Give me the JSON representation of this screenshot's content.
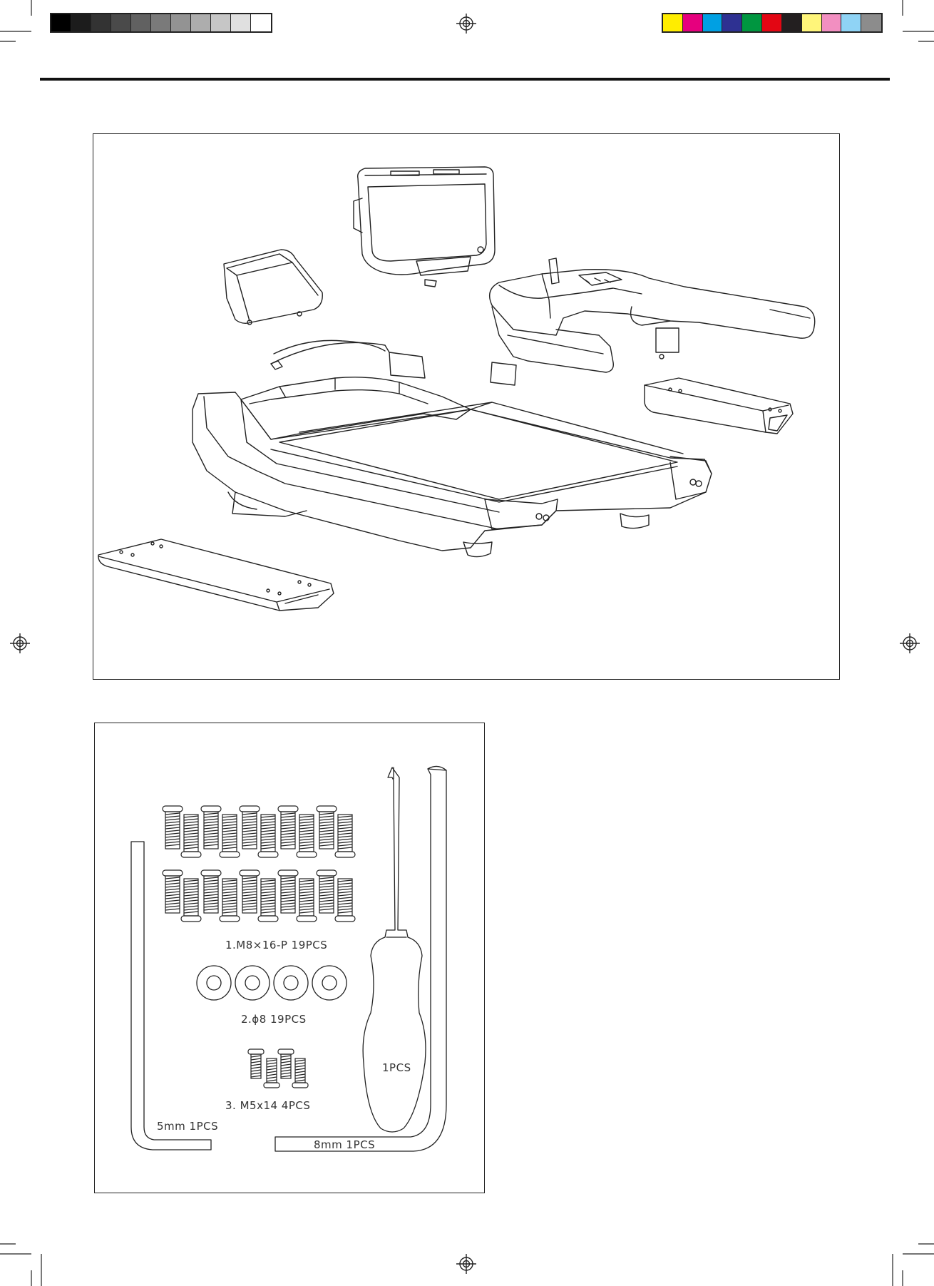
{
  "color_bars": {
    "grayscale": [
      "#000000",
      "#1c1c1c",
      "#333333",
      "#4a4a4a",
      "#616161",
      "#7a7a7a",
      "#939393",
      "#adadad",
      "#c6c6c6",
      "#e0e0e0",
      "#ffffff"
    ],
    "process": [
      "#ffed00",
      "#e6007e",
      "#00a0e3",
      "#2e3192",
      "#009640",
      "#e30613",
      "#231f20",
      "#fff57a",
      "#f28fc1",
      "#8fd3f5",
      "#8c8c8c"
    ]
  },
  "exploded_view": {
    "parts": [
      "console-display",
      "console-rear-cover",
      "handlebar-assembly",
      "motor-cover",
      "base-tube-right",
      "base-tube-left",
      "treadmill-deck"
    ]
  },
  "hardware_kit": {
    "labels": {
      "bolt": "1.M8×16-P  19PCS",
      "washer": "2.ϕ8  19PCS",
      "screw": "3. M5x14  4PCS",
      "screwdriver": "1PCS",
      "allen_5mm": "5mm  1PCS",
      "allen_8mm": "8mm  1PCS"
    }
  }
}
